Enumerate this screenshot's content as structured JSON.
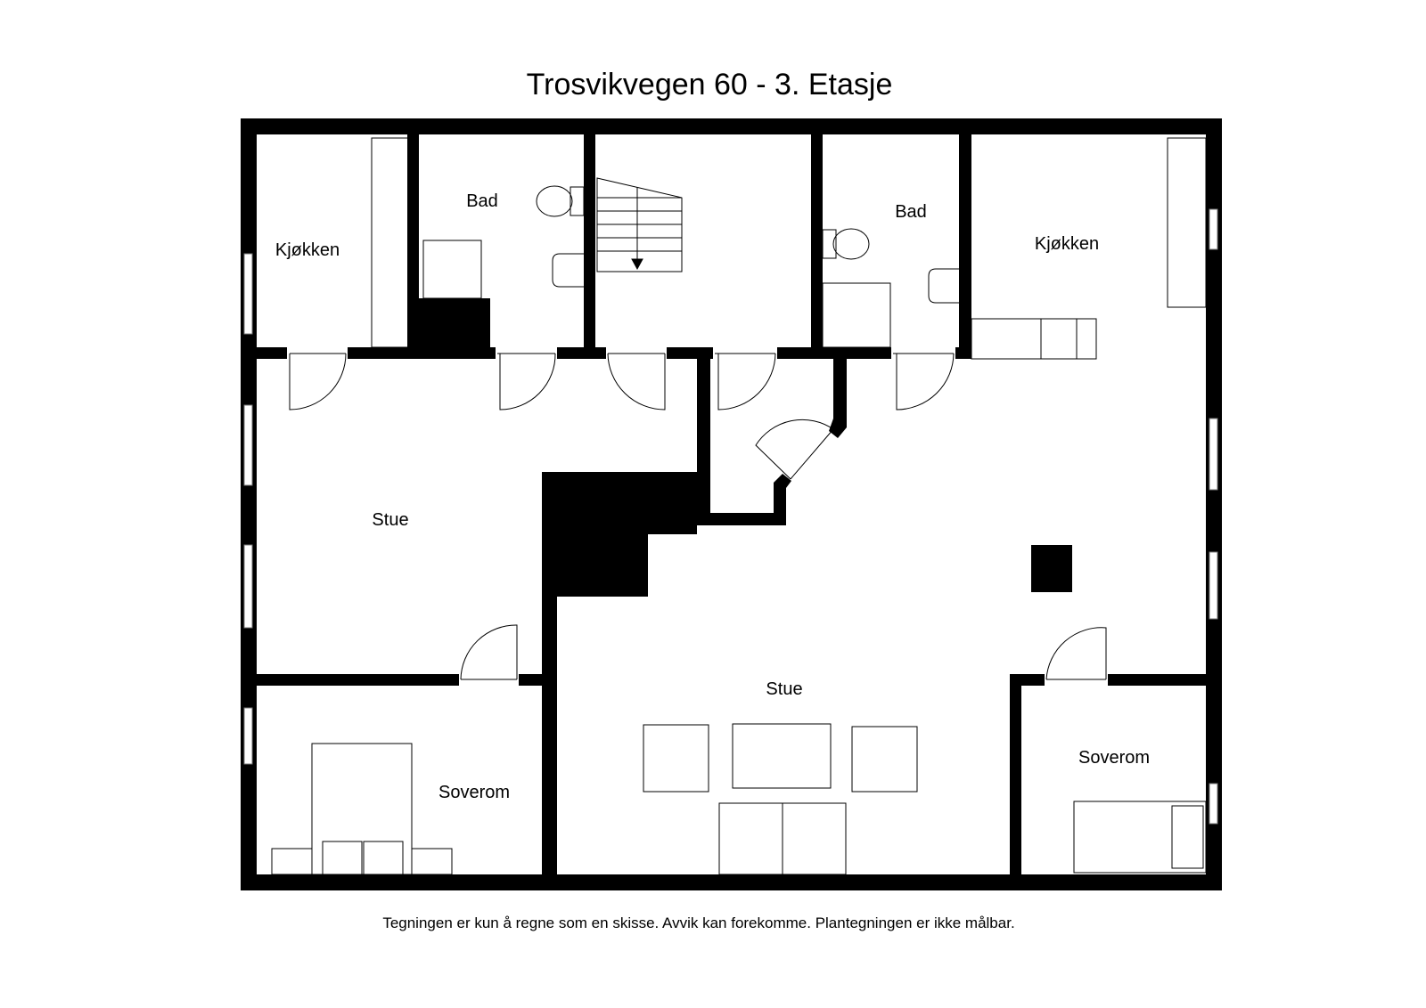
{
  "title": "Trosvikvegen 60 - 3. Etasje",
  "rooms": {
    "kjokken_left": "Kjøkken",
    "bad_left": "Bad",
    "bad_right": "Bad",
    "kjokken_right": "Kjøkken",
    "stue_left": "Stue",
    "stue_main": "Stue",
    "soverom_left": "Soverom",
    "soverom_right": "Soverom"
  },
  "disclaimer": "Tegningen er kun å regne som en skisse. Avvik kan forekomme. Plantegningen er ikke målbar.",
  "colors": {
    "wall": "#000000",
    "background": "#ffffff"
  }
}
